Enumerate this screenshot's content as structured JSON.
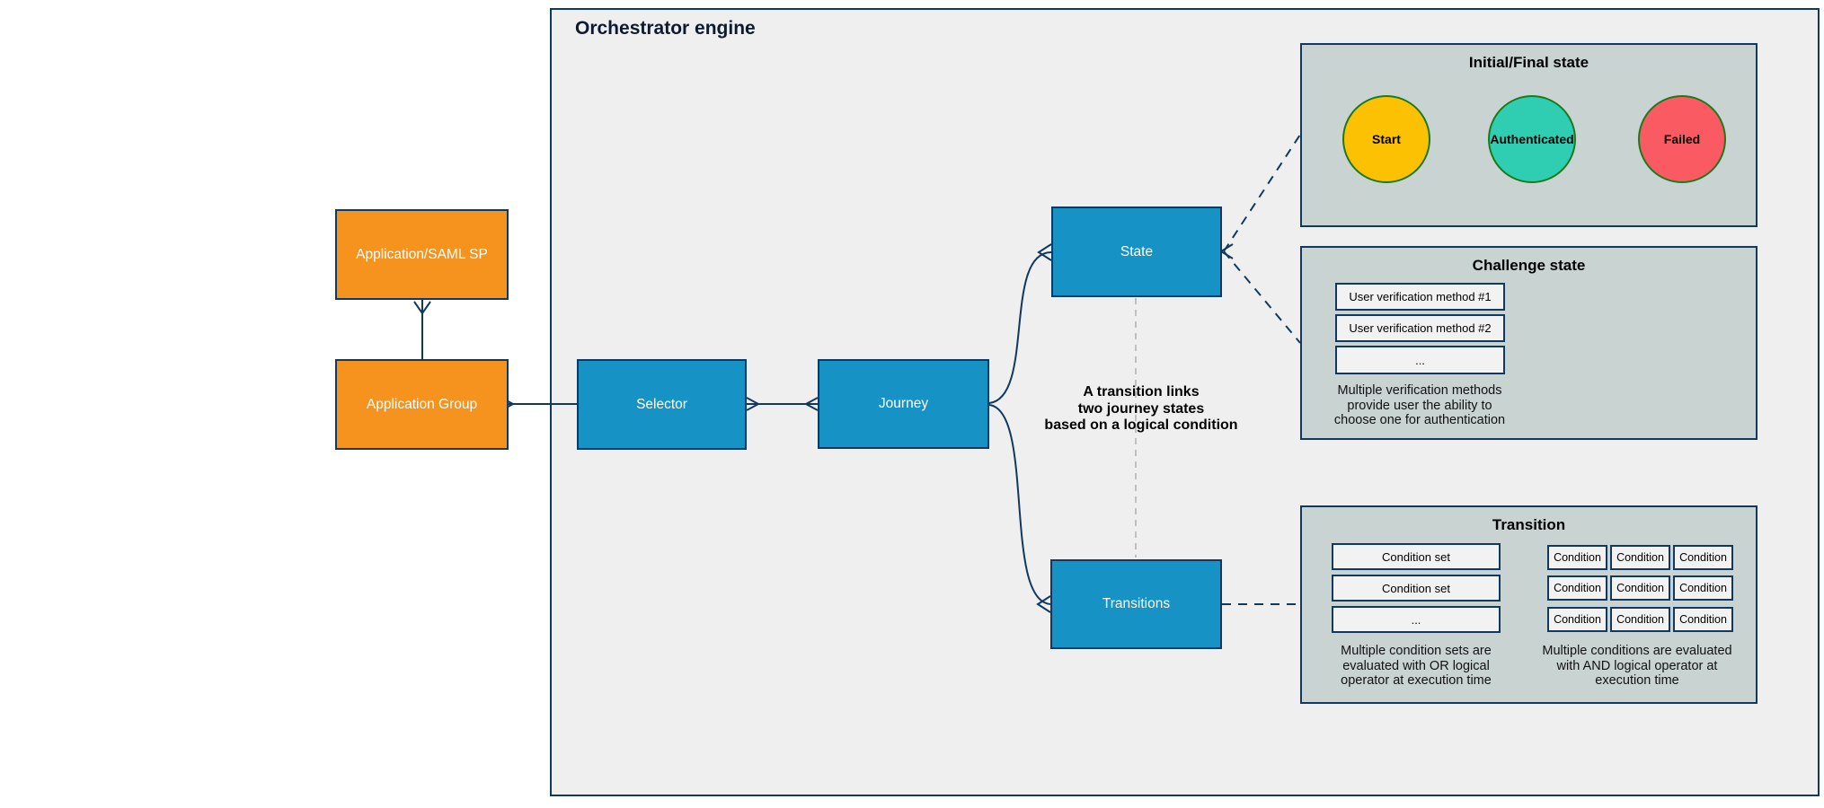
{
  "container": {
    "title": "Orchestrator engine"
  },
  "nodes": {
    "app_saml": {
      "label": "Application/SAML SP"
    },
    "app_group": {
      "label": "Application Group"
    },
    "selector": {
      "label": "Selector"
    },
    "journey": {
      "label": "Journey"
    },
    "state": {
      "label": "State"
    },
    "transitions": {
      "label": "Transitions"
    }
  },
  "annotation": {
    "lines": [
      "A transition links",
      "two journey states",
      "based on a logical condition"
    ]
  },
  "panels": {
    "initial_final": {
      "title": "Initial/Final state",
      "states": [
        {
          "label": "Start",
          "fill": "#fbc102"
        },
        {
          "label": "Authenticated",
          "fill": "#2fcdb2"
        },
        {
          "label": "Failed",
          "fill": "#fa5a62"
        }
      ]
    },
    "challenge": {
      "title": "Challenge state",
      "methods": [
        "User verification method #1",
        "User verification method #2",
        "..."
      ],
      "caption": [
        "Multiple verification methods",
        "provide user the ability to",
        "choose one for authentication"
      ]
    },
    "transition": {
      "title": "Transition",
      "condition_sets": [
        "Condition set",
        "Condition set",
        "..."
      ],
      "condition_sets_caption": [
        "Multiple condition sets are",
        "evaluated with OR logical",
        "operator at execution time"
      ],
      "conditions": [
        [
          "Condition",
          "Condition",
          "Condition"
        ],
        [
          "Condition",
          "Condition",
          "Condition"
        ],
        [
          "Condition",
          "Condition",
          "Condition"
        ]
      ],
      "conditions_caption": [
        "Multiple conditions are evaluated",
        "with AND logical operator at",
        "execution time"
      ]
    }
  },
  "colors": {
    "canvas_bg": "#ffffff",
    "engine_bg": "#efefef",
    "outline_navy": "#11395f",
    "node_blue": "#1692c5",
    "node_orange": "#f6921e",
    "panel_bg": "#c9d4d2",
    "inner_box_bg": "#f2f2f2",
    "circle_border_green": "#1c7a1c",
    "start_yellow": "#fbc102",
    "authenticated_teal": "#2fcdb2",
    "failed_red": "#fa5a62",
    "gray_dash": "#b4b4b4",
    "text_dark": "#0e1b2e",
    "node_text": "#ffffff"
  }
}
